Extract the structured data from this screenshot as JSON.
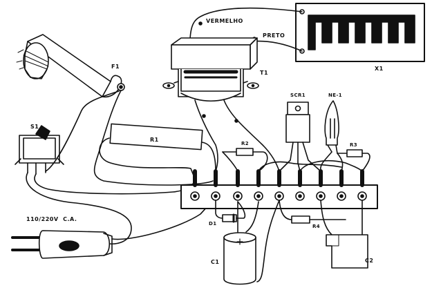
{
  "labels": {
    "vermelho": "VERMELHO",
    "preto": "PRETO",
    "x1": "X1",
    "f1": "F1",
    "t1": "T1",
    "s1": "S1",
    "scr1": "SCR1",
    "ne1": "NE-1",
    "r1": "R1",
    "r2": "R2",
    "r3": "R3",
    "r4": "R4",
    "d1": "D1",
    "c1": "C1",
    "c2": "C2",
    "mains": "110/220V  C.A."
  }
}
